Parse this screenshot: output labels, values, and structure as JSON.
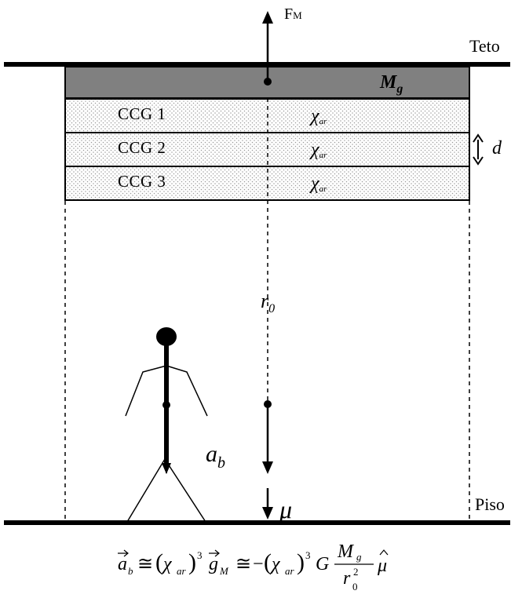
{
  "labels": {
    "force": "F",
    "force_sub": "M",
    "ceiling": "Teto",
    "floor": "Piso",
    "mass": "M",
    "mass_sub": "g",
    "thickness": "d",
    "distance": "r",
    "distance_sub": "0",
    "accel": "a",
    "accel_sub": "b",
    "unit_vector": "μ"
  },
  "layers": [
    {
      "name": "CCG 1",
      "chi": "χ",
      "chi_sub": "ar"
    },
    {
      "name": "CCG 2",
      "chi": "χ",
      "chi_sub": "ar"
    },
    {
      "name": "CCG 3",
      "chi": "χ",
      "chi_sub": "ar"
    }
  ],
  "equation": {
    "a": "a",
    "a_sub": "b",
    "approx": "≅",
    "chi": "χ",
    "chi_sub": "ar",
    "cube": "3",
    "g": "g",
    "g_sub": "M",
    "minus": "−",
    "G": "G",
    "M": "M",
    "M_sub": "g",
    "r": "r",
    "r_sub": "0",
    "r_exp": "2",
    "mu": "μ"
  },
  "colors": {
    "ink": "#000000",
    "mass_fill": "#808080",
    "layer_fill": "#ffffff",
    "layer_dots": "#9a9a9a"
  }
}
